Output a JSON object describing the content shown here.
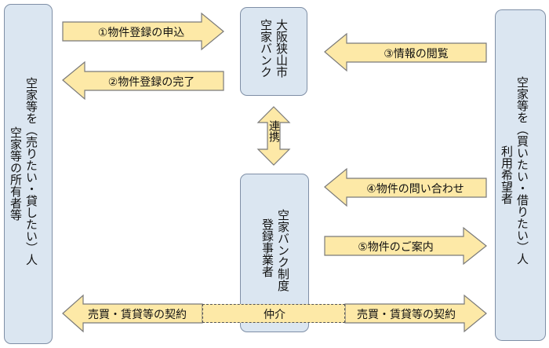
{
  "left_party": {
    "line1": "空家等を（売りたい・貸したい）人",
    "line2": "空家等の所有者等"
  },
  "right_party": {
    "line1": "空家等を（買いたい・借りたい）人",
    "line2": "利用希望者"
  },
  "bank": {
    "line1": "大阪狭山市",
    "line2": "空家バンク"
  },
  "operator": {
    "line1": "空家バンク制度",
    "line2": "登録事業者"
  },
  "steps": {
    "s1": "①物件登録の申込",
    "s2": "②物件登録の完了",
    "s3": "③情報の閲覧",
    "s4": "④物件の問い合わせ",
    "s5": "⑤物件のご案内"
  },
  "link": "連携",
  "contract_left": "売買・賃貸等の契約",
  "contract_right": "売買・賃貸等の契約",
  "broker": "仲介",
  "colors": {
    "box": "#dbe6f1",
    "arrow": "#fde9a7",
    "stroke": "#7a7a7a"
  }
}
